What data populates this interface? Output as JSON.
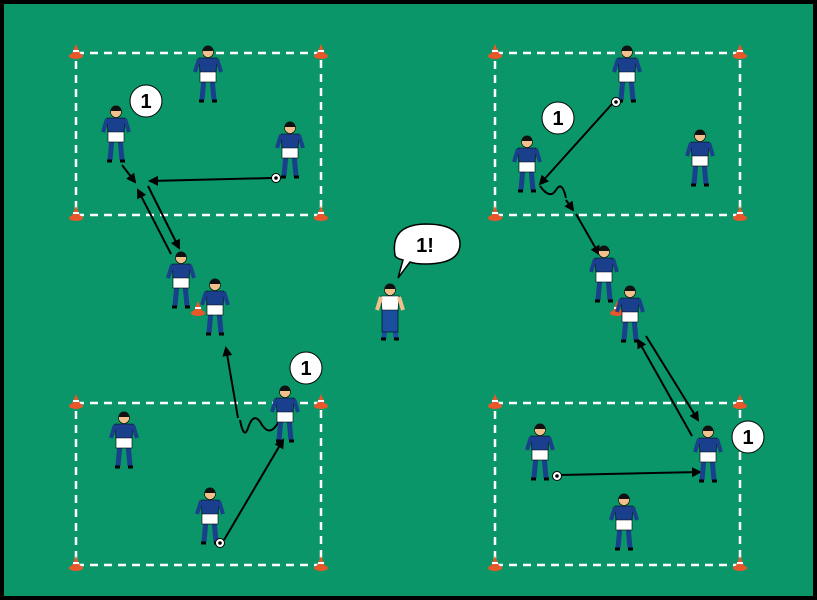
{
  "diagram": {
    "number_labels": [
      "1",
      "1",
      "1",
      "1"
    ],
    "coach_speech": "1!",
    "colors": {
      "pitch": "#0a9669",
      "border": "#000000",
      "jersey": "#1a3f8c",
      "cone": "#e8572a",
      "lines": "#ffffff",
      "arrows": "#000000"
    }
  }
}
